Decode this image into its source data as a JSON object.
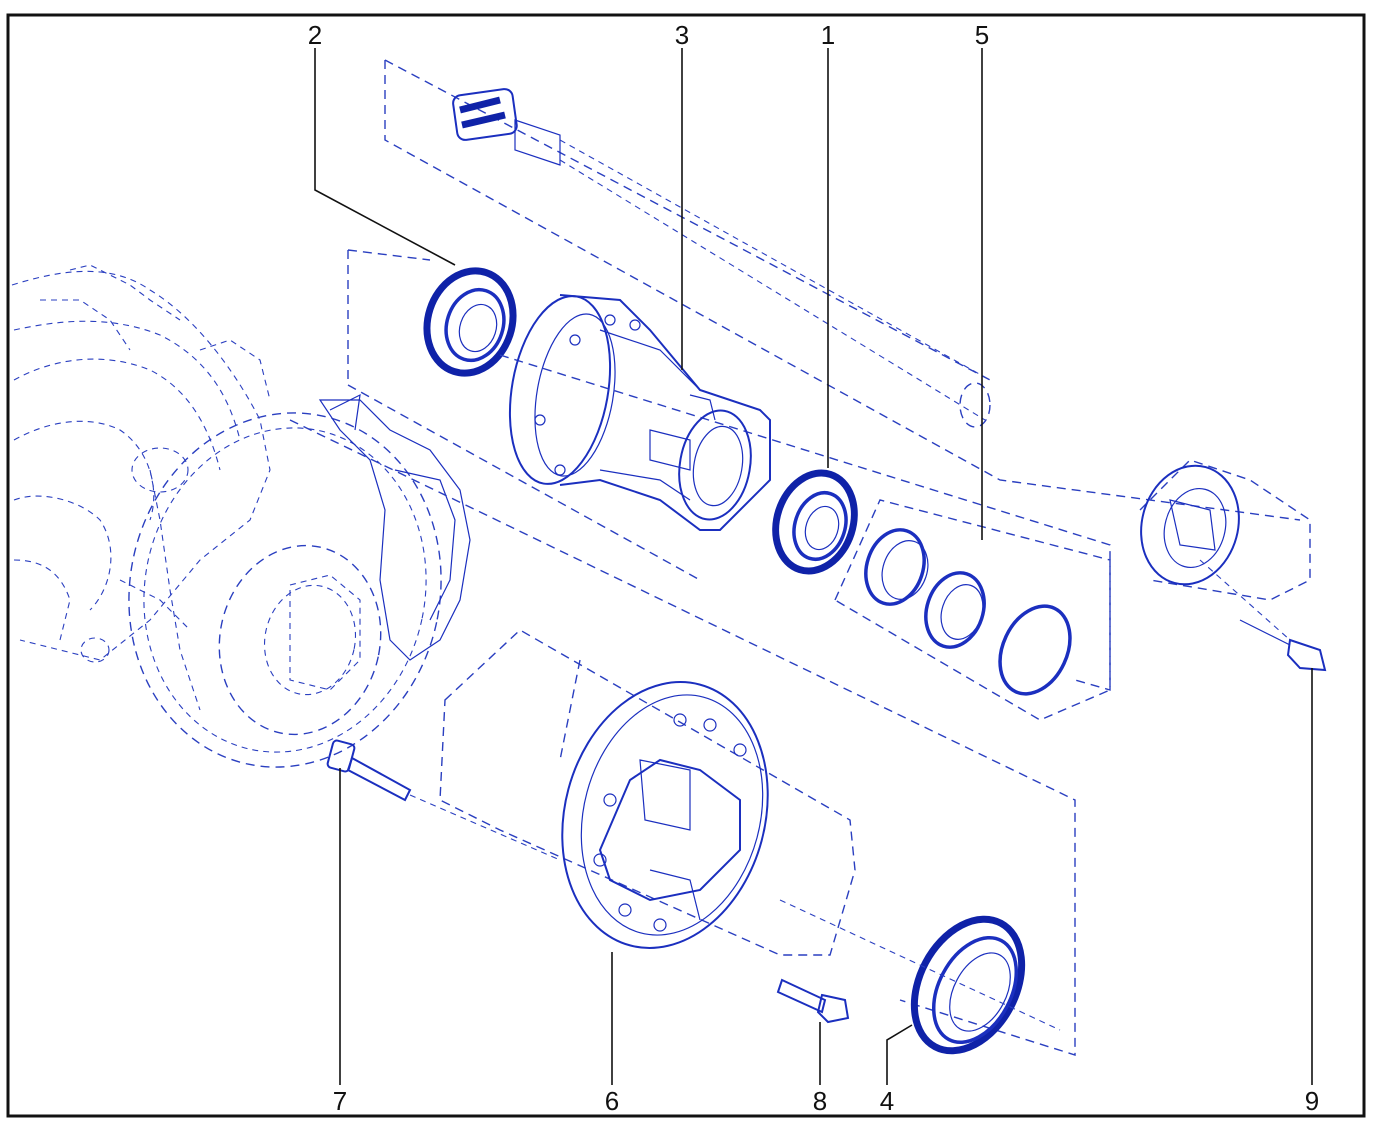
{
  "callouts": {
    "c1": "1",
    "c2": "2",
    "c3": "3",
    "c4": "4",
    "c5": "5",
    "c6": "6",
    "c7": "7",
    "c8": "8",
    "c9": "9"
  },
  "colors": {
    "line_art": "#1b2fbf",
    "frame": "#111111"
  }
}
